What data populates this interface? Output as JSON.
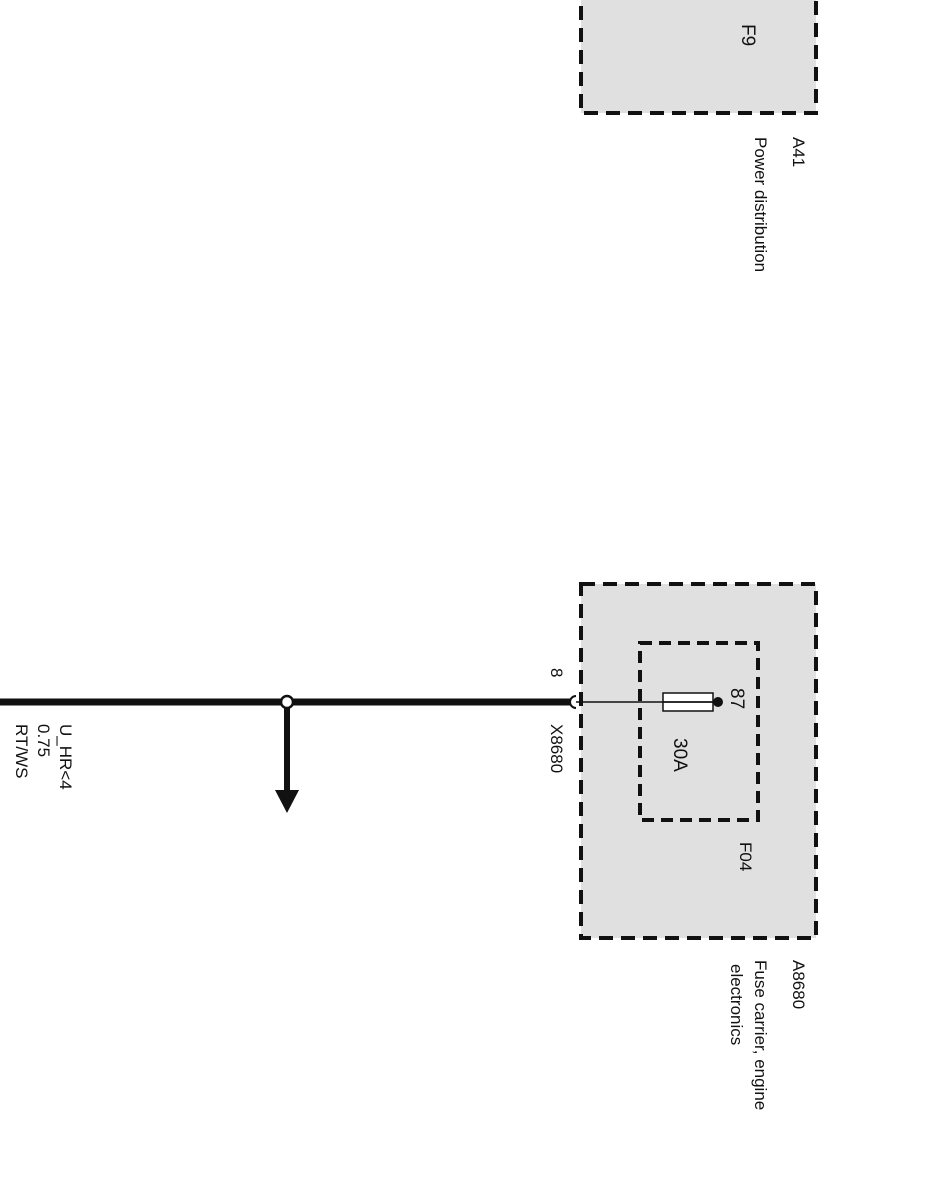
{
  "colors": {
    "line": "#111111",
    "box_fill": "#e0e0e0",
    "background": "#ffffff"
  },
  "components": {
    "a41": {
      "fuse_label": "F9",
      "id": "A41",
      "name": "Power distribution"
    },
    "a8680": {
      "id": "A8680",
      "name_line1": "Fuse carrier, engine",
      "name_line2": "electronics",
      "fuse_id": "F04",
      "fuse_rating": "30A",
      "fuse_pin": "87"
    }
  },
  "connector": {
    "id": "X8680",
    "pin": "8"
  },
  "wire": {
    "signal": "U_HR<4",
    "cross_section": "0.75",
    "color_code": "RT/WS"
  }
}
